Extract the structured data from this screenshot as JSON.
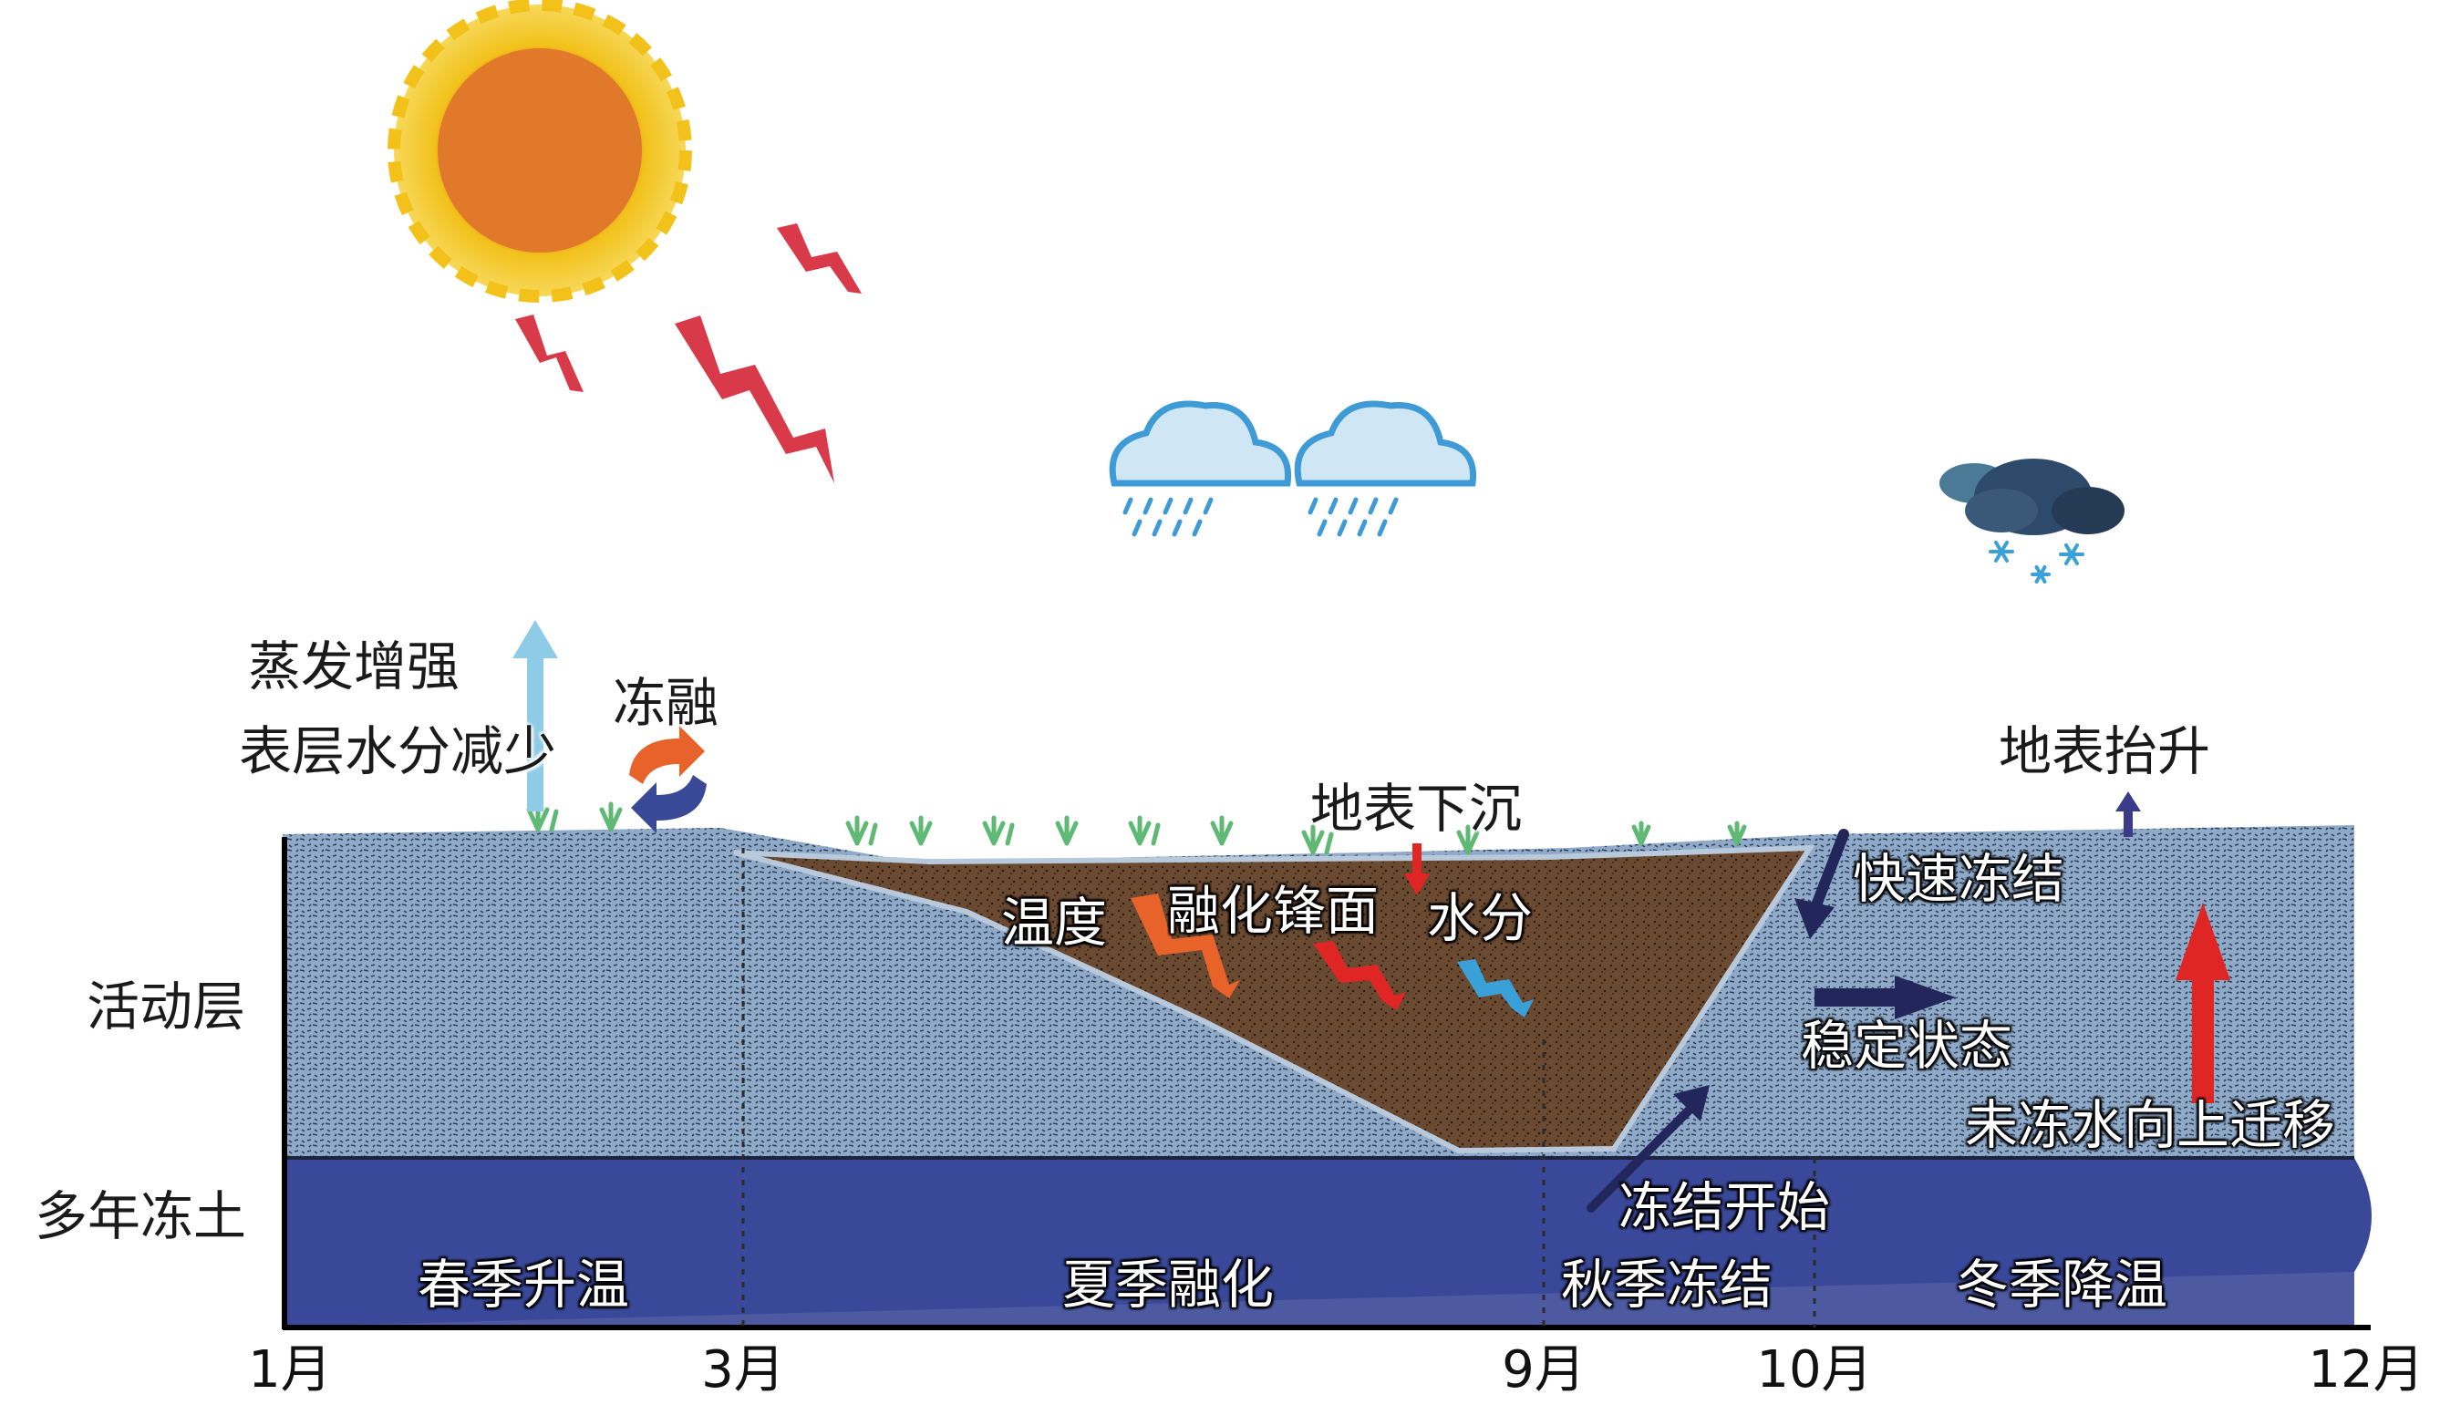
{
  "labels": {
    "evaporation": "蒸发增强",
    "surface_moisture": "表层水分减少",
    "freeze_thaw": "冻融",
    "subsidence": "地表下沉",
    "uplift": "地表抬升",
    "temperature": "温度",
    "thaw_front": "融化锋面",
    "moisture": "水分",
    "rapid_freeze": "快速冻结",
    "steady_state": "稳定状态",
    "unfrozen_migration": "未冻水向上迁移",
    "freeze_start": "冻结开始",
    "active_layer": "活动层",
    "permafrost": "多年冻土"
  },
  "seasons": [
    "春季升温",
    "夏季融化",
    "秋季冻结",
    "冬季降温"
  ],
  "months": [
    "1月",
    "3月",
    "9月",
    "10月",
    "12月"
  ],
  "colors": {
    "sun_core": "#e07a2a",
    "sun_halo": "#f2c21b",
    "lightning": "#d83a4a",
    "evap_arrow": "#8ecbe6",
    "soil_frozen": "#8fa9c9",
    "soil_thawed": "#6b4a32",
    "permafrost": "#3a4898",
    "rain_cloud": "#3f9bd6",
    "snow_cloud": "#2e4a6a",
    "arrow_dark": "#23265a",
    "arrow_red": "#e02525",
    "arrow_orange": "#e8632a"
  },
  "icons": [
    "sun-icon",
    "lightning-icon",
    "rain-cloud-icon",
    "snow-cloud-icon",
    "grass-icon",
    "snowflake-icon"
  ]
}
